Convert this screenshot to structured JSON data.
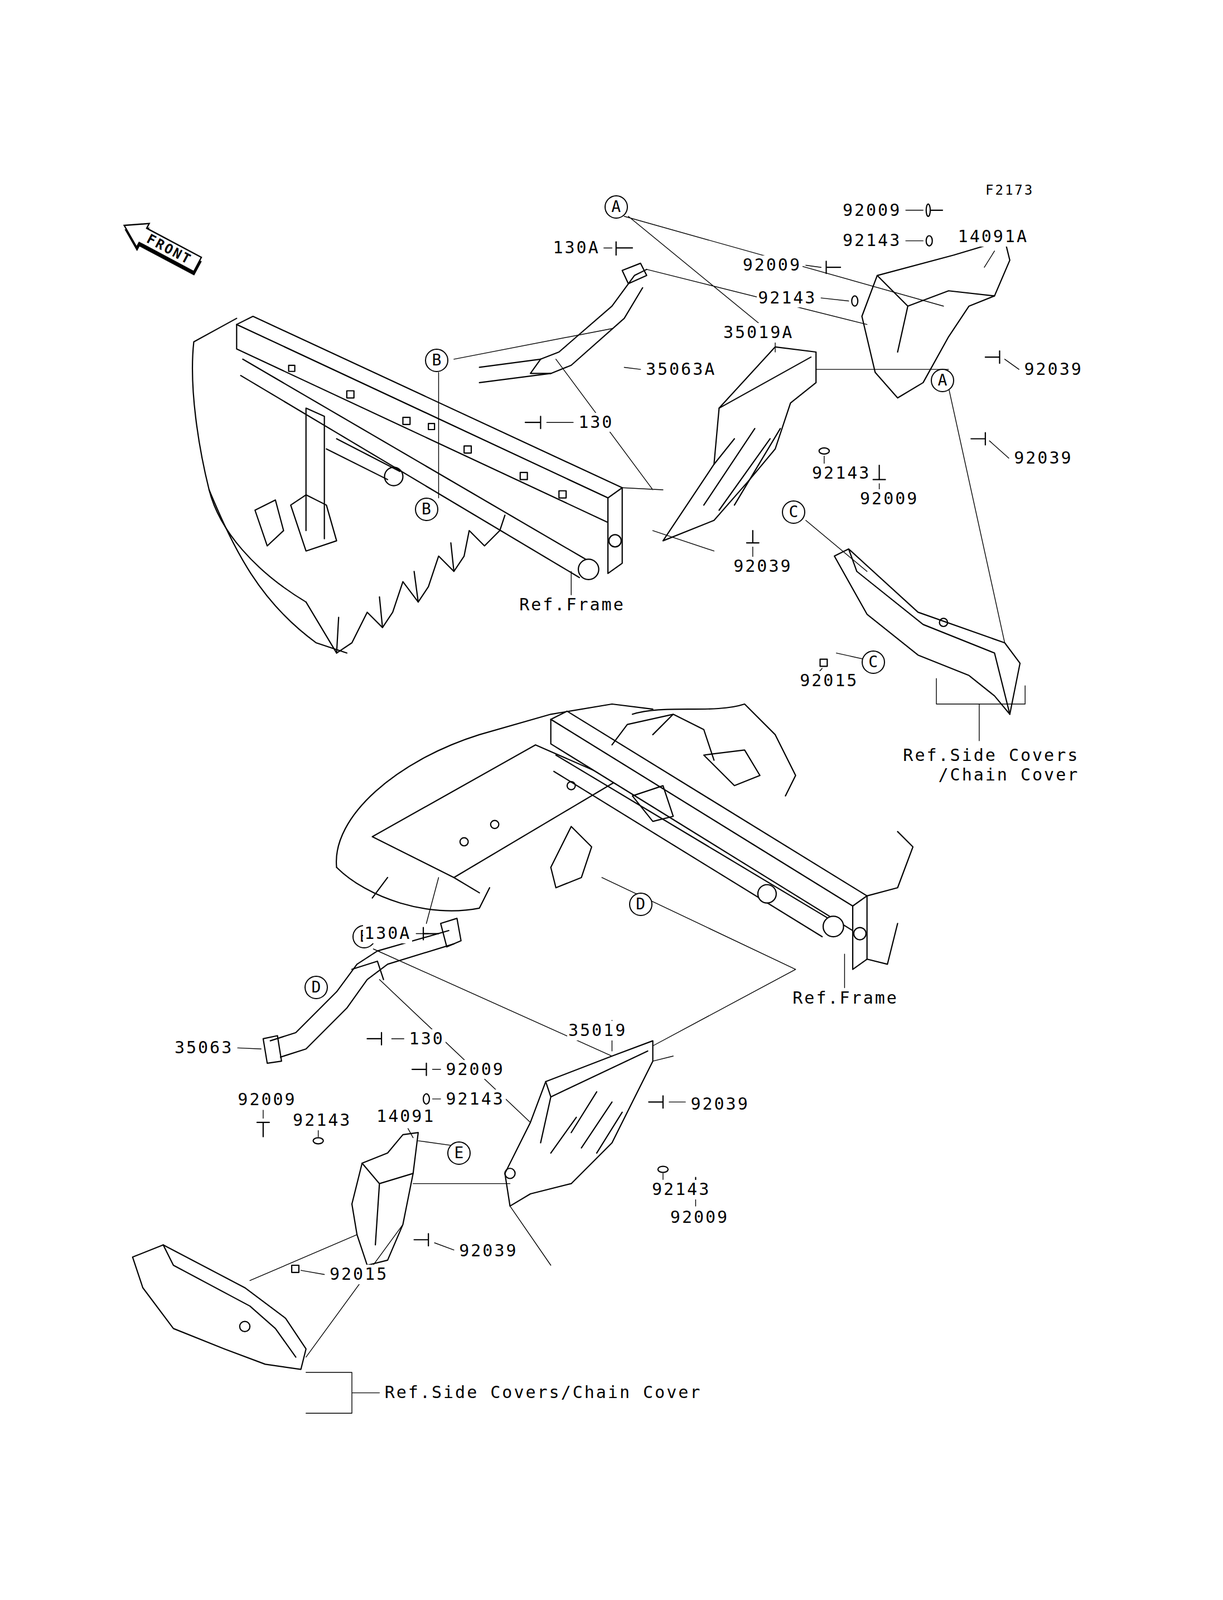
{
  "diagram": {
    "nodes": [
      {
        "text": [
          "FRONT"
        ]
      },
      {
        "text": [
          "A"
        ]
      },
      {
        "text": [
          "B"
        ]
      },
      {
        "text": [
          "A"
        ]
      },
      {
        "text": [
          "B"
        ]
      },
      {
        "text": [
          "C"
        ]
      },
      {
        "text": [
          "C"
        ]
      },
      {
        "text": [
          "D"
        ]
      },
      {
        "text": [
          "E"
        ]
      },
      {
        "text": [
          "D"
        ]
      },
      {
        "text": [
          "E"
        ]
      }
    ],
    "labels": [
      "F2173",
      "92009",
      "92143",
      "14091A",
      "130A",
      "92009",
      "92143",
      "35019A",
      "35063A",
      "92039",
      "130",
      "92039",
      "92143",
      "92009",
      "92039",
      "Ref.Frame",
      "92015",
      "Ref.Side Covers /Chain Cover",
      "130A",
      "Ref.Frame",
      "35019",
      "130",
      "35063",
      "92009",
      "92143",
      "92009",
      "92039",
      "14091",
      "92143",
      "92143",
      "92009",
      "92039",
      "92015",
      "Ref.Side Covers/Chain Cover"
    ]
  }
}
